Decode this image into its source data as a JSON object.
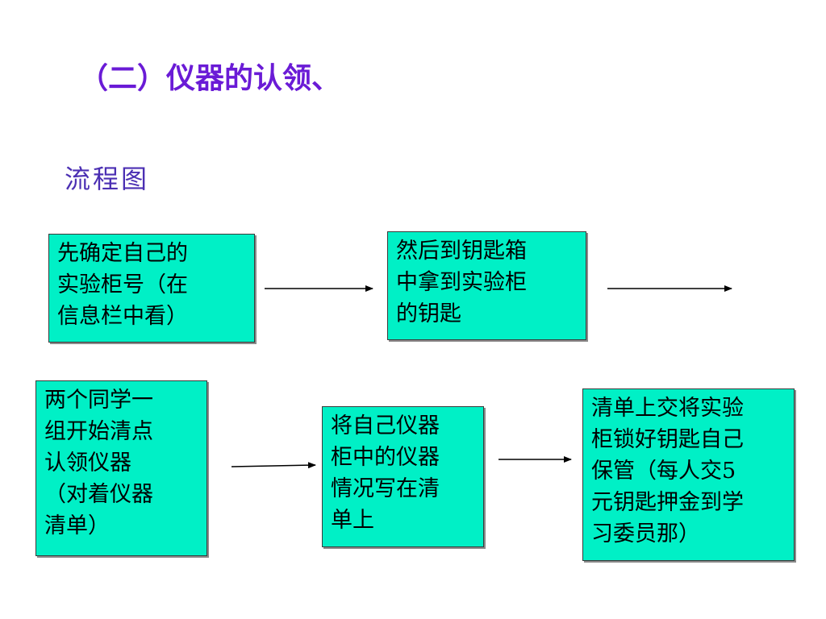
{
  "slide": {
    "title": "（二）仪器的认领、",
    "subtitle": "流程图"
  },
  "boxes": [
    {
      "lines": [
        "先确定自己的",
        "实验柜号（在",
        "信息栏中看）"
      ]
    },
    {
      "lines": [
        "然后到钥匙箱",
        "中拿到实验柜",
        "的钥匙"
      ]
    },
    {
      "lines": [
        "两个同学一",
        "组开始清点",
        "认领仪器",
        "（对着仪器",
        "清单）"
      ]
    },
    {
      "lines": [
        "将自己仪器",
        "柜中的仪器",
        "情况写在清",
        "单上"
      ]
    },
    {
      "lines": [
        "清单上交将实验",
        "柜锁好钥匙自己",
        "保管（每人交5",
        "元钥匙押金到学",
        "习委员那）"
      ]
    }
  ],
  "colors": {
    "title": "#6a1bd6",
    "subtitle": "#4b2fb3",
    "box_fill": "#00f0c6",
    "arrow": "#000000"
  }
}
